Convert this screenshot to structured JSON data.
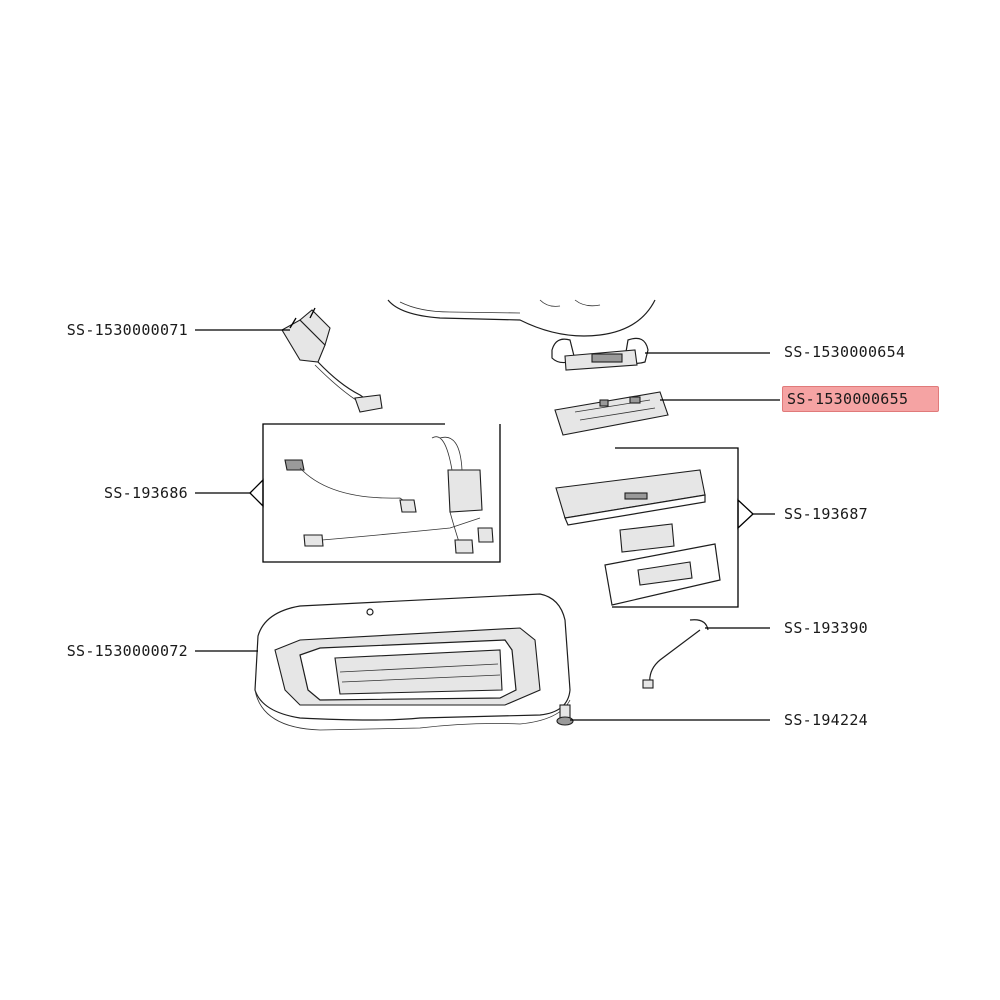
{
  "diagram": {
    "callouts": [
      {
        "id": "cord-plug",
        "label": "SS-1530000071",
        "highlighted": false
      },
      {
        "id": "wire-harness",
        "label": "SS-193686",
        "highlighted": false
      },
      {
        "id": "base-housing",
        "label": "SS-1530000072",
        "highlighted": false
      },
      {
        "id": "button-bar",
        "label": "SS-1530000654",
        "highlighted": true
      },
      {
        "id": "pcb-board",
        "label": "SS-1530000655",
        "highlighted": true
      },
      {
        "id": "control-panel-set",
        "label": "SS-193687",
        "highlighted": false
      },
      {
        "id": "sensor-probe",
        "label": "SS-193390",
        "highlighted": false
      },
      {
        "id": "foot-screw",
        "label": "SS-194224",
        "highlighted": false
      }
    ],
    "highlight_color": "#f5a3a3"
  }
}
